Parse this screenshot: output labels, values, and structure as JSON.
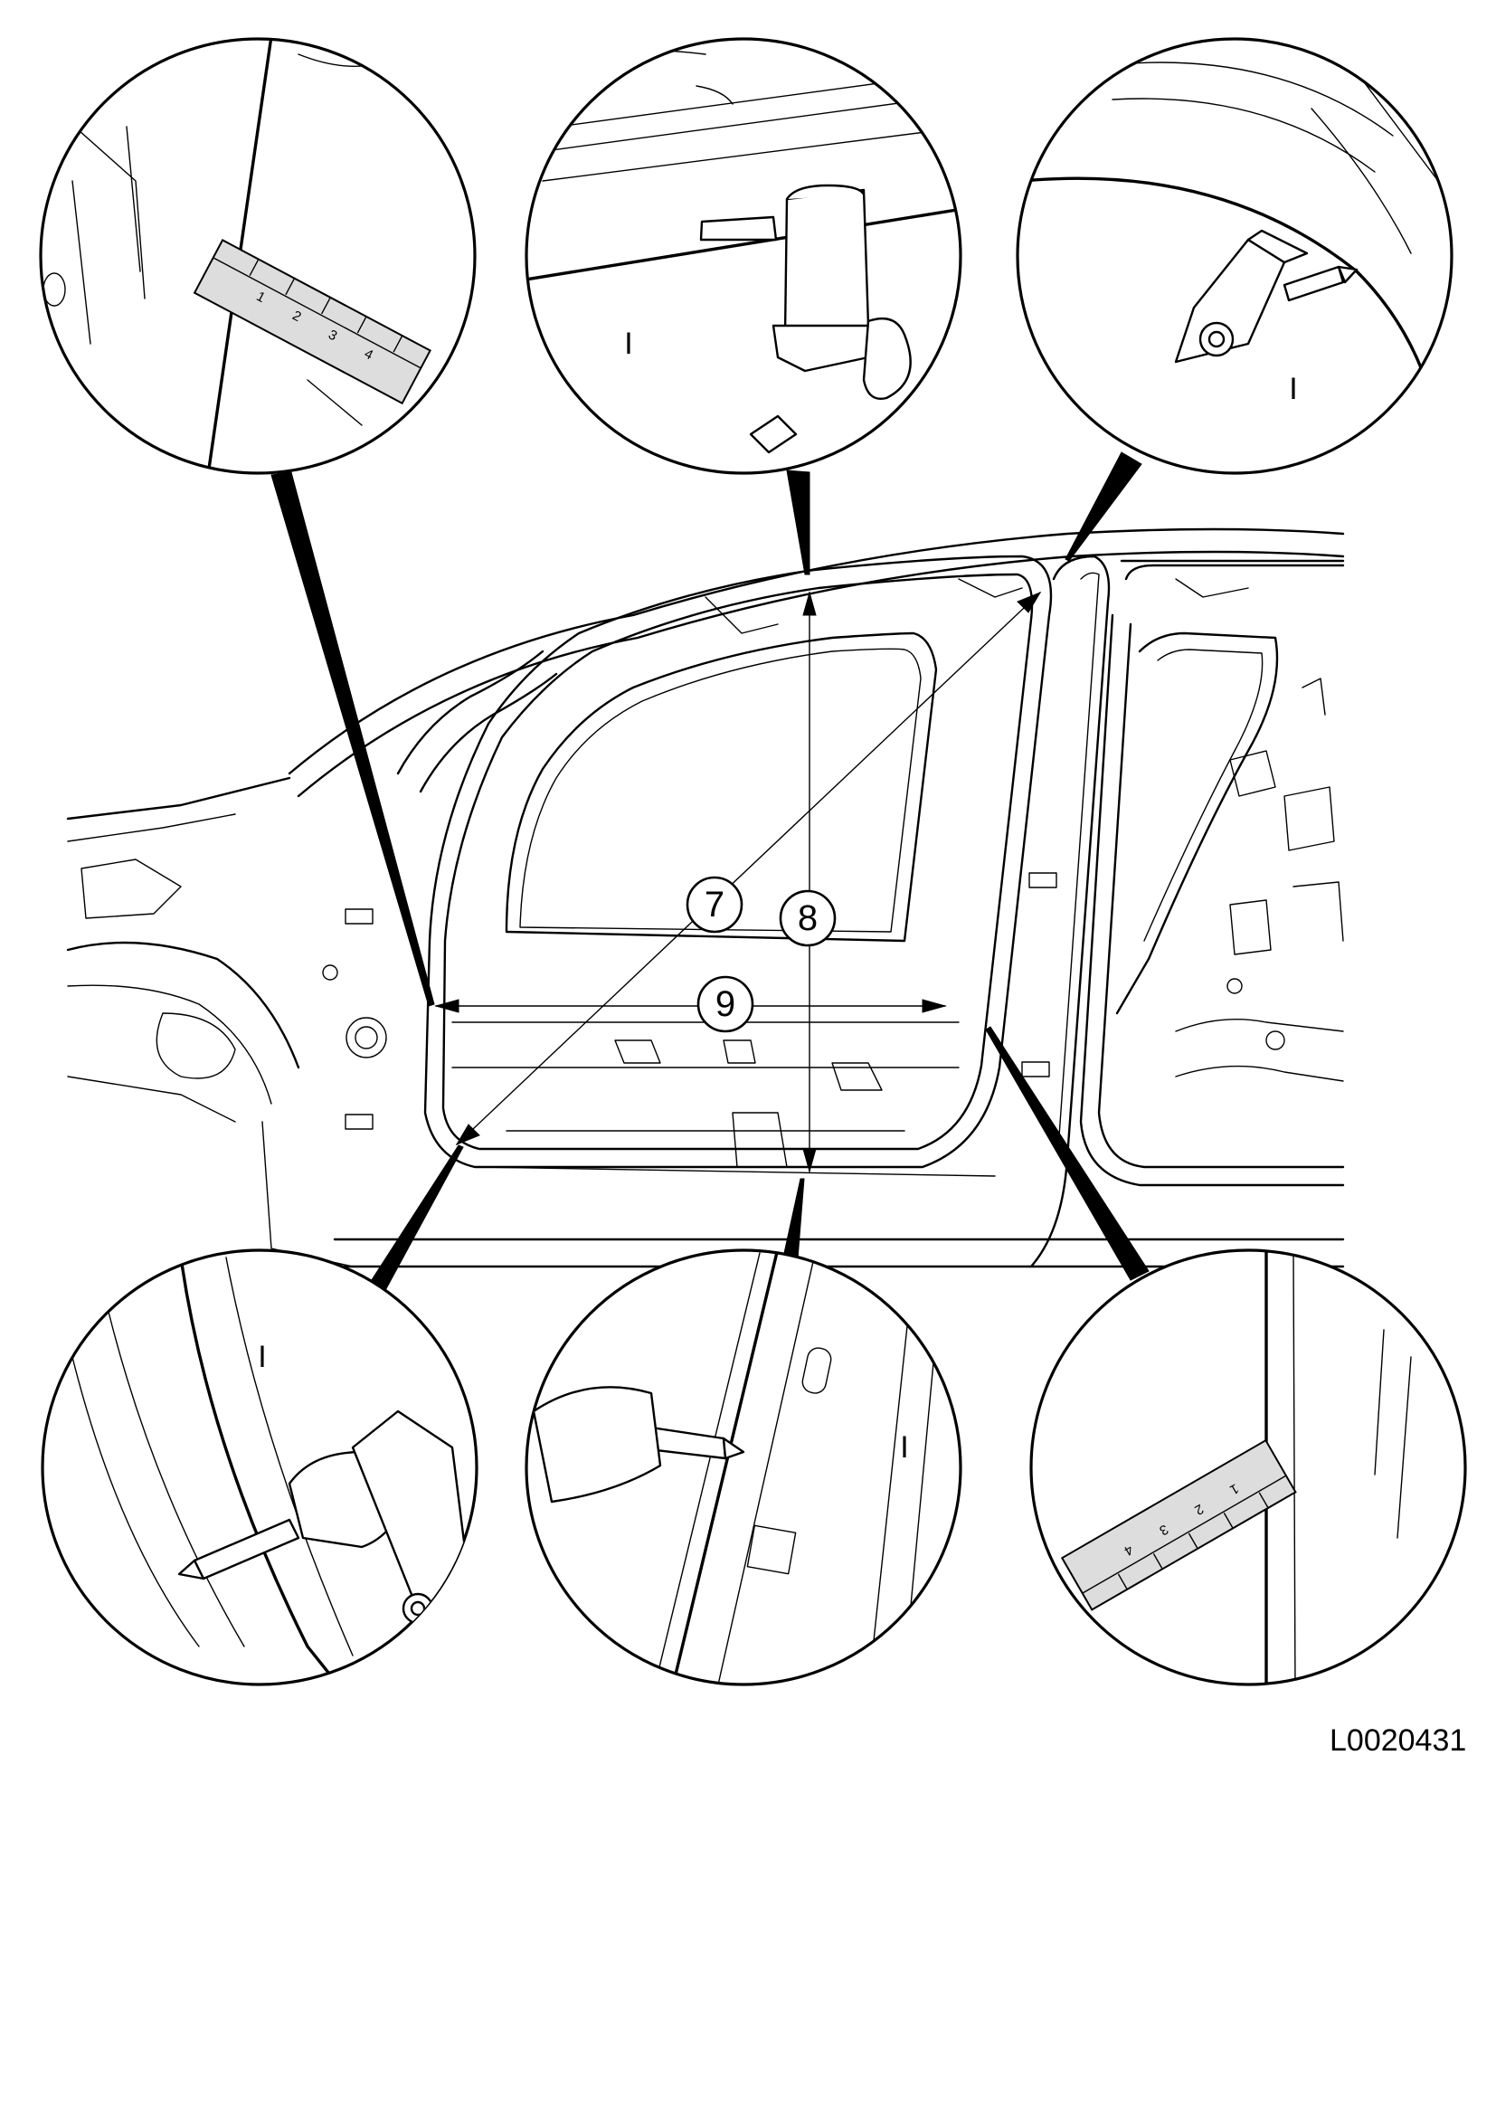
{
  "callouts": {
    "c7": "7",
    "c8": "8",
    "c9": "9"
  },
  "detail_marks": {
    "top_center": "I",
    "top_right": "I",
    "bottom_left": "I",
    "bottom_center": "I"
  },
  "ruler_marks": {
    "top_left": [
      "1",
      "2",
      "3",
      "4"
    ],
    "bottom_right": [
      "1",
      "2",
      "3",
      "4"
    ]
  },
  "reference_code": "L0020431"
}
